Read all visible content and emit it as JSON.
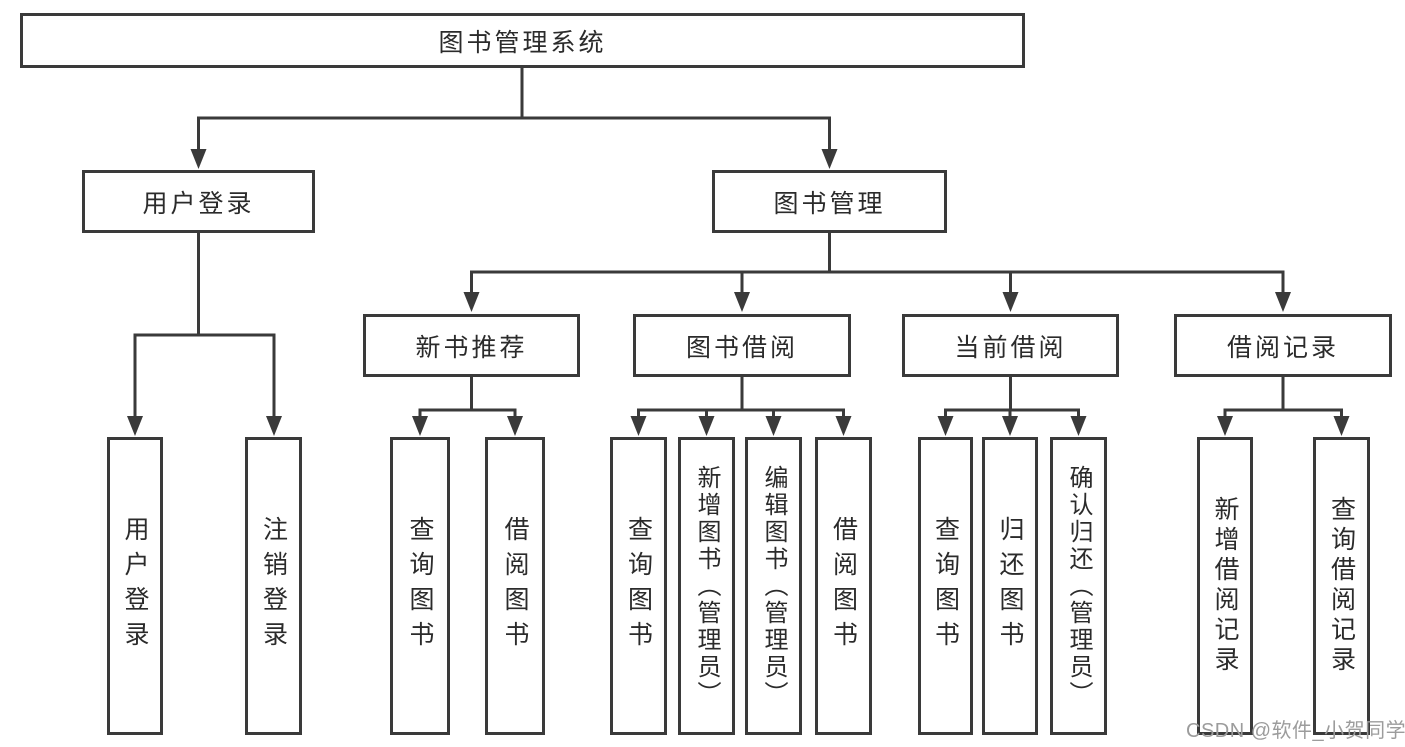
{
  "diagram": {
    "root": {
      "label": "图书管理系统"
    },
    "level2": [
      {
        "label": "用户登录"
      },
      {
        "label": "图书管理"
      }
    ],
    "level3": [
      {
        "label": "新书推荐"
      },
      {
        "label": "图书借阅"
      },
      {
        "label": "当前借阅"
      },
      {
        "label": "借阅记录"
      }
    ],
    "leaves": {
      "user_login": [
        {
          "label": "用户登录"
        },
        {
          "label": "注销登录"
        }
      ],
      "new_book": [
        {
          "label": "查询图书"
        },
        {
          "label": "借阅图书"
        }
      ],
      "book_borrow": [
        {
          "label": "查询图书"
        },
        {
          "label": "新增图书（管理员）"
        },
        {
          "label": "编辑图书（管理员）"
        },
        {
          "label": "借阅图书"
        }
      ],
      "current_borrow": [
        {
          "label": "查询图书"
        },
        {
          "label": "归还图书"
        },
        {
          "label": "确认归还（管理员）"
        }
      ],
      "borrow_record": [
        {
          "label": "新增借阅记录"
        },
        {
          "label": "查询借阅记录"
        }
      ]
    },
    "watermark": "CSDN @软件_小贺同学",
    "colors": {
      "line": "#3a3a3a",
      "text": "#2b2b2b",
      "watermark": "#9c9c9c",
      "background": "#ffffff"
    }
  }
}
